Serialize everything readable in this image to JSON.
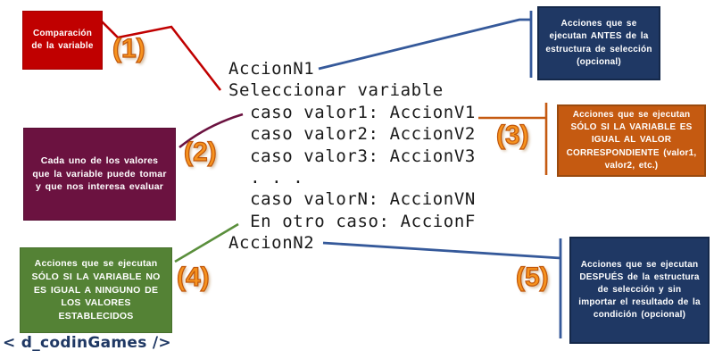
{
  "colors": {
    "red_box": "#C00000",
    "purple_box": "#6B1240",
    "green_box": "#548235",
    "navy_box": "#1F3864",
    "orange_box": "#C55A11",
    "number_orange": "#F6921E",
    "connector_blue": "#35599A",
    "connector_red": "#C00000",
    "connector_purple": "#6B1240",
    "connector_green": "#5A8F3C",
    "connector_orange": "#C55A11",
    "logo_navy": "#1F3864"
  },
  "code": {
    "lines": [
      "AccionN1",
      "Seleccionar variable",
      "  caso valor1: AccionV1",
      "  caso valor2: AccionV2",
      "  caso valor3: AccionV3",
      "  . . .",
      "  caso valorN: AccionVN",
      "  En otro caso: AccionF",
      "AccionN2"
    ]
  },
  "callouts": {
    "comparison": {
      "number": "(1)",
      "text": "Comparación de la variable"
    },
    "values": {
      "number": "(2)",
      "text": "Cada uno de los valores que la variable puede tomar y que nos interesa evaluar"
    },
    "before": {
      "text": "Acciones que se ejecutan ANTES de la estructura de selección (opcional)"
    },
    "match": {
      "number": "(3)",
      "text": "Acciones que se ejecutan SÓLO SI LA VARIABLE ES IGUAL AL VALOR CORRESPONDIENTE (valor1, valor2, etc.)"
    },
    "nomatch": {
      "number": "(4)",
      "text": "Acciones que se ejecutan SÓLO SI LA VARIABLE NO ES IGUAL A NINGUNO DE LOS VALORES ESTABLECIDOS"
    },
    "after": {
      "number": "(5)",
      "text": "Acciones que se ejecutan DESPUÉS de la estructura de selección y sin importar el resultado de la condición (opcional)"
    }
  },
  "logo": "< d_codinGames />"
}
